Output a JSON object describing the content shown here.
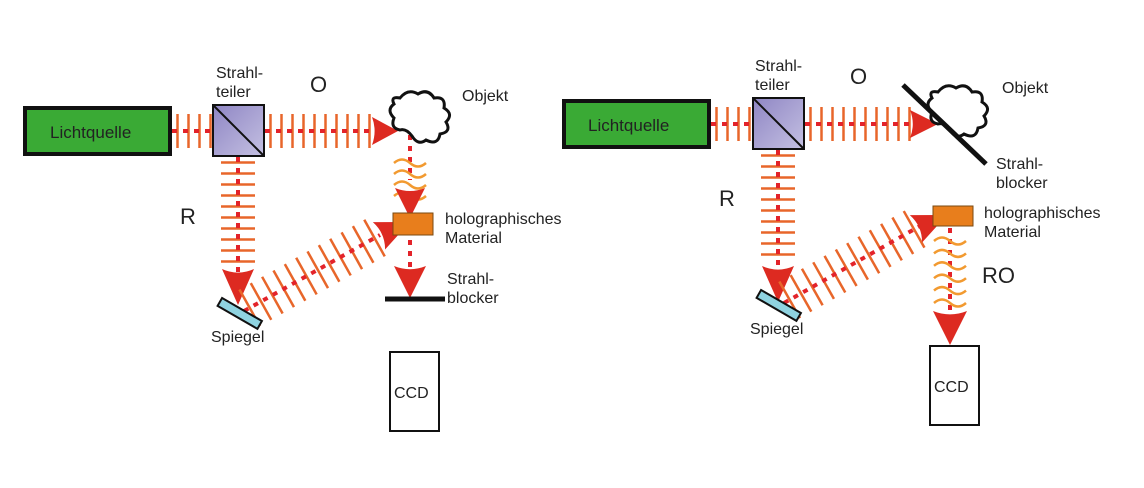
{
  "colors": {
    "light_source_fill": "#3aaa35",
    "beam_line": "#e8662a",
    "beam_dot": "#e3232a",
    "arrow": "#dd2a21",
    "splitter_fill": "#a9a3d2",
    "material_fill": "#e87e1c",
    "mirror_fill": "#8fd3e0",
    "blocker": "#111111",
    "wave_orange": "#f29a30",
    "outline": "#111111"
  },
  "left_setup": {
    "light_source": "Lichtquelle",
    "beam_splitter": [
      "Strahl-",
      "teiler"
    ],
    "object_beam": "O",
    "object": "Objekt",
    "reference_beam": "R",
    "material": [
      "holographisches",
      "Material"
    ],
    "blocker": [
      "Strahl-",
      "blocker"
    ],
    "mirror": "Spiegel",
    "detector": "CCD"
  },
  "right_setup": {
    "light_source": "Lichtquelle",
    "beam_splitter": [
      "Strahl-",
      "teiler"
    ],
    "object_beam": "O",
    "object": "Objekt",
    "reference_beam": "R",
    "material": [
      "holographisches",
      "Material"
    ],
    "blocker": [
      "Strahl-",
      "blocker"
    ],
    "reconstructed_beam": "RO",
    "mirror": "Spiegel",
    "detector": "CCD"
  }
}
